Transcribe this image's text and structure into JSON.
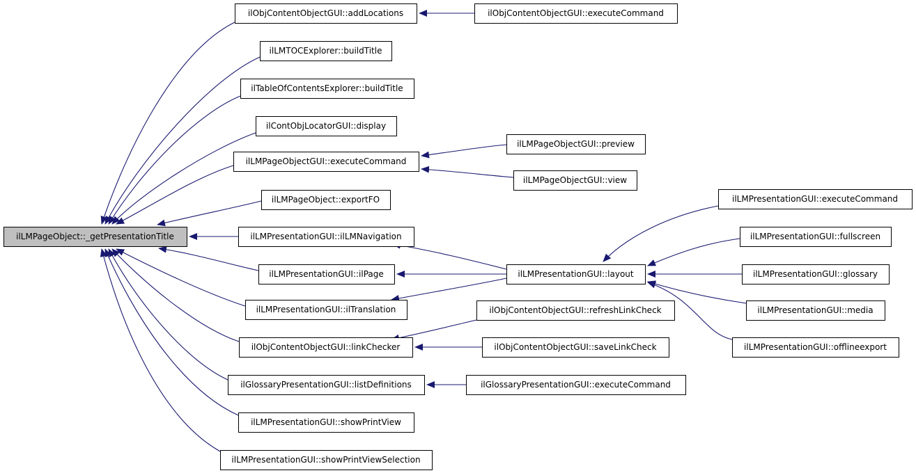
{
  "colors": {
    "edge": "#191970",
    "node_fill": "#ffffff",
    "focus_fill": "#bfbfbf",
    "node_border": "#000000"
  },
  "focus": {
    "id": "n0",
    "label": "ilLMPageObject::_getPresentationTitle"
  },
  "nodes": [
    {
      "id": "n1",
      "label": "ilObjContentObjectGUI::addLocations"
    },
    {
      "id": "n2",
      "label": "ilLMTOCExplorer::buildTitle"
    },
    {
      "id": "n3",
      "label": "ilTableOfContentsExplorer::buildTitle"
    },
    {
      "id": "n4",
      "label": "ilContObjLocatorGUI::display"
    },
    {
      "id": "n5",
      "label": "ilLMPageObjectGUI::executeCommand"
    },
    {
      "id": "n6",
      "label": "ilLMPageObject::exportFO"
    },
    {
      "id": "n7",
      "label": "ilLMPresentationGUI::ilLMNavigation"
    },
    {
      "id": "n8",
      "label": "ilLMPresentationGUI::ilPage"
    },
    {
      "id": "n9",
      "label": "ilLMPresentationGUI::ilTranslation"
    },
    {
      "id": "n10",
      "label": "ilObjContentObjectGUI::linkChecker"
    },
    {
      "id": "n11",
      "label": "ilGlossaryPresentationGUI::listDefinitions"
    },
    {
      "id": "n12",
      "label": "ilLMPresentationGUI::showPrintView"
    },
    {
      "id": "n13",
      "label": "ilLMPresentationGUI::showPrintViewSelection"
    },
    {
      "id": "n14",
      "label": "ilObjContentObjectGUI::executeCommand"
    },
    {
      "id": "n15",
      "label": "ilLMPageObjectGUI::preview"
    },
    {
      "id": "n16",
      "label": "ilLMPageObjectGUI::view"
    },
    {
      "id": "n17",
      "label": "ilLMPresentationGUI::layout"
    },
    {
      "id": "n18",
      "label": "ilObjContentObjectGUI::refreshLinkCheck"
    },
    {
      "id": "n19",
      "label": "ilObjContentObjectGUI::saveLinkCheck"
    },
    {
      "id": "n20",
      "label": "ilGlossaryPresentationGUI::executeCommand"
    },
    {
      "id": "n21",
      "label": "ilLMPresentationGUI::executeCommand"
    },
    {
      "id": "n22",
      "label": "ilLMPresentationGUI::fullscreen"
    },
    {
      "id": "n23",
      "label": "ilLMPresentationGUI::glossary"
    },
    {
      "id": "n24",
      "label": "ilLMPresentationGUI::media"
    },
    {
      "id": "n25",
      "label": "ilLMPresentationGUI::offlineexport"
    }
  ],
  "edges": [
    {
      "from": "n1",
      "to": "n0"
    },
    {
      "from": "n2",
      "to": "n0"
    },
    {
      "from": "n3",
      "to": "n0"
    },
    {
      "from": "n4",
      "to": "n0"
    },
    {
      "from": "n5",
      "to": "n0"
    },
    {
      "from": "n6",
      "to": "n0"
    },
    {
      "from": "n7",
      "to": "n0"
    },
    {
      "from": "n8",
      "to": "n0"
    },
    {
      "from": "n9",
      "to": "n0"
    },
    {
      "from": "n10",
      "to": "n0"
    },
    {
      "from": "n11",
      "to": "n0"
    },
    {
      "from": "n12",
      "to": "n0"
    },
    {
      "from": "n13",
      "to": "n0"
    },
    {
      "from": "n14",
      "to": "n1"
    },
    {
      "from": "n15",
      "to": "n5"
    },
    {
      "from": "n16",
      "to": "n5"
    },
    {
      "from": "n17",
      "to": "n7"
    },
    {
      "from": "n17",
      "to": "n8"
    },
    {
      "from": "n17",
      "to": "n9"
    },
    {
      "from": "n18",
      "to": "n10"
    },
    {
      "from": "n19",
      "to": "n10"
    },
    {
      "from": "n20",
      "to": "n11"
    },
    {
      "from": "n21",
      "to": "n17"
    },
    {
      "from": "n22",
      "to": "n17"
    },
    {
      "from": "n23",
      "to": "n17"
    },
    {
      "from": "n24",
      "to": "n17"
    },
    {
      "from": "n25",
      "to": "n17"
    }
  ]
}
